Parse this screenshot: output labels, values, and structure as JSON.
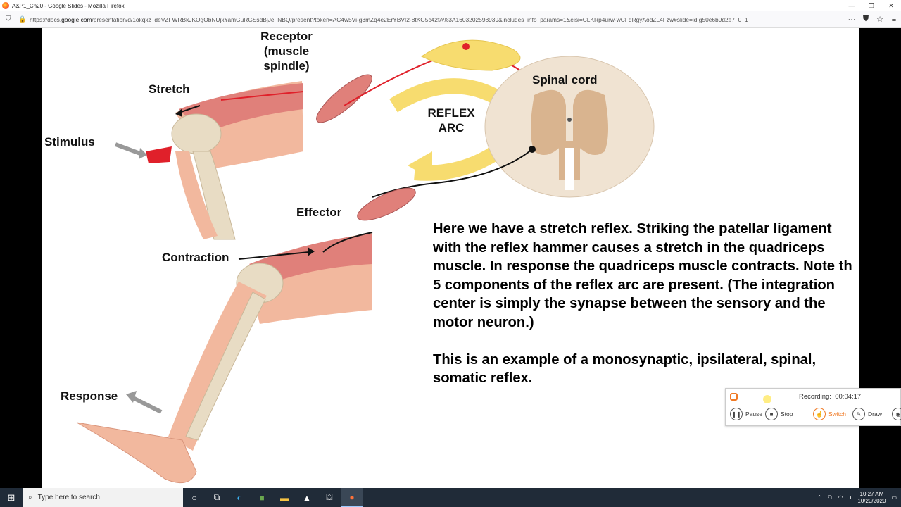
{
  "browser": {
    "window_title": "A&P1_Ch20 - Google Slides - Mozilla Firefox",
    "url_prefix": "https://docs.",
    "url_domain": "google.com",
    "url_rest": "/presentation/d/1okqxz_deVZFWRBkJKOgObNUjxYamGuRGSsdBjJe_NBQ/present?token=AC4w5Vi-g3mZq4e2ErYBVI2-8tKG5c42fA%3A1603202598939&includes_info_params=1&eisi=CLKRp4urw-wCFdRgyAodZL4Fzw#slide=id.g50e6b9d2e7_0_1"
  },
  "slide": {
    "labels": {
      "receptor": "Receptor",
      "receptor_sub": "(muscle",
      "receptor_sub2": "spindle)",
      "stretch": "Stretch",
      "stimulus": "Stimulus",
      "spinal_cord": "Spinal cord",
      "reflex": "REFLEX",
      "arc": "ARC",
      "effector": "Effector",
      "contraction": "Contraction",
      "response": "Response"
    },
    "paragraph1": "Here we have a stretch reflex.   Striking the patellar ligament with the reflex hammer causes a stretch in the quadriceps muscle.  In response the quadriceps muscle contracts.  Note th 5 components of the reflex arc are present.  (The integration center is simply the synapse between the sensory and the motor neuron.)",
    "paragraph2": "This is an example of a monosynaptic, ipsilateral, spinal, somatic reflex."
  },
  "recorder": {
    "status_label": "Recording:",
    "time": "00:04:17",
    "pause": "Pause",
    "stop": "Stop",
    "switch": "Switch",
    "draw": "Draw"
  },
  "taskbar": {
    "search_placeholder": "Type here to search",
    "time": "10:27 AM",
    "date": "10/20/2020"
  },
  "colors": {
    "muscle": "#e0807a",
    "bone": "#e8dcc4",
    "skin": "#f2b89e",
    "sensory_neuron": "#e0202a",
    "motor_neuron": "#111111",
    "arc_arrow": "#f7dc6f",
    "recorder_accent": "#f07a26"
  }
}
